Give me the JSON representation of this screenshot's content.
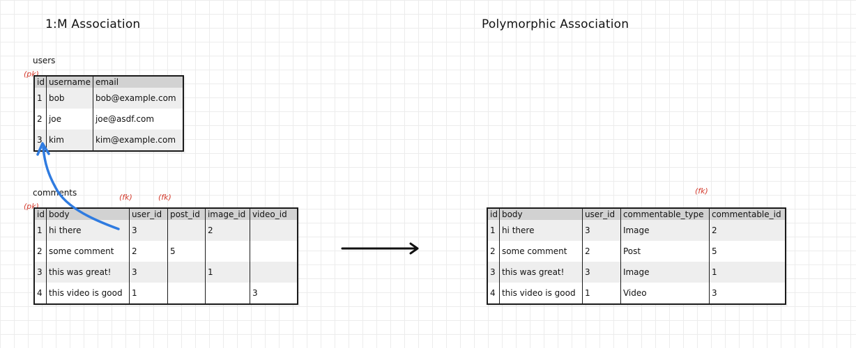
{
  "left": {
    "title": "1:M Association",
    "users": {
      "name": "users",
      "pk_note": "(pk)",
      "columns": [
        "id",
        "username",
        "email"
      ],
      "rows": [
        [
          "1",
          "bob",
          "bob@example.com"
        ],
        [
          "2",
          "joe",
          "joe@asdf.com"
        ],
        [
          "3",
          "kim",
          "kim@example.com"
        ]
      ]
    },
    "comments": {
      "name": "comments",
      "pk_note": "(pk)",
      "fk_notes": [
        "(fk)",
        "(fk)"
      ],
      "columns": [
        "id",
        "body",
        "user_id",
        "post_id",
        "image_id",
        "video_id"
      ],
      "rows": [
        [
          "1",
          "hi there",
          "3",
          "",
          "2",
          ""
        ],
        [
          "2",
          "some comment",
          "2",
          "5",
          "",
          ""
        ],
        [
          "3",
          "this was great!",
          "3",
          "",
          "1",
          ""
        ],
        [
          "4",
          "this video is good",
          "1",
          "",
          "",
          "3"
        ]
      ]
    }
  },
  "right": {
    "title": "Polymorphic Association",
    "comments": {
      "fk_note": "(fk)",
      "columns": [
        "id",
        "body",
        "user_id",
        "commentable_type",
        "commentable_id"
      ],
      "rows": [
        [
          "1",
          "hi there",
          "3",
          "Image",
          "2"
        ],
        [
          "2",
          "some comment",
          "2",
          "Post",
          "5"
        ],
        [
          "3",
          "this was great!",
          "3",
          "Image",
          "1"
        ],
        [
          "4",
          "this video is good",
          "1",
          "Video",
          "3"
        ]
      ]
    }
  },
  "colors": {
    "fk_arrow": "#2f7be0",
    "annotation": "#d33a2c",
    "transform_arrow": "#111111"
  }
}
